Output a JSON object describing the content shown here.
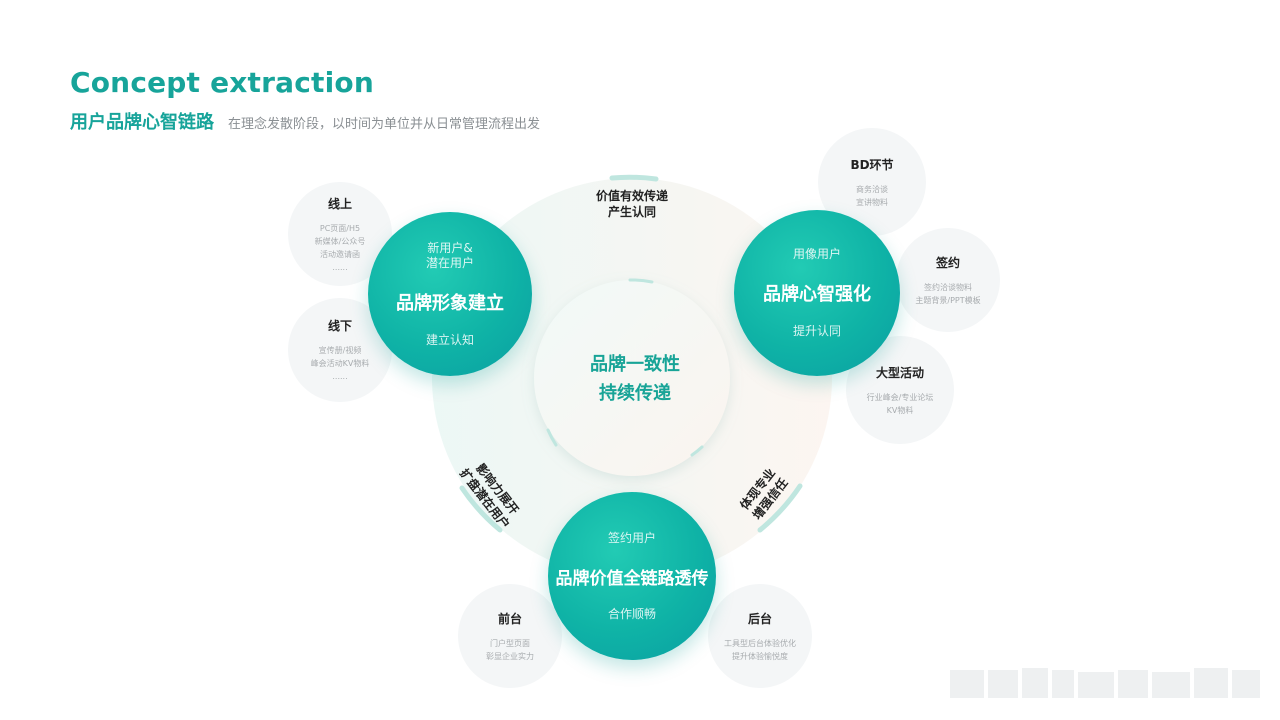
{
  "header": {
    "title": "Concept extraction",
    "subtitle": "用户品牌心智链路",
    "description": "在理念发散阶段，以时间为单位并从日常管理流程出发"
  },
  "center": {
    "line1": "品牌一致性",
    "line2": "持续传递"
  },
  "arc_labels": {
    "top": {
      "line1": "价值有效传递",
      "line2": "产生认同"
    },
    "left": {
      "line1": "影响力展开",
      "line2": "扩盘潜在用户"
    },
    "right": {
      "line1": "体现专业",
      "line2": "增强信任"
    }
  },
  "main_nodes": {
    "left": {
      "top": "新用户&",
      "top2": "潜在用户",
      "name": "品牌形象建立",
      "bottom": "建立认知"
    },
    "right": {
      "top": "用像用户",
      "name": "品牌心智强化",
      "bottom": "提升认同"
    },
    "bottom": {
      "top": "签约用户",
      "name": "品牌价值全链路透传",
      "bottom": "合作顺畅"
    }
  },
  "satellites": {
    "online": {
      "title": "线上",
      "l1": "PC页面/H5",
      "l2": "新媒体/公众号",
      "l3": "活动邀请函",
      "l4": "......"
    },
    "offline": {
      "title": "线下",
      "l1": "宣传册/视频",
      "l2": "峰会活动KV物料",
      "l3": "......"
    },
    "bd": {
      "title": "BD环节",
      "l1": "商务洽谈",
      "l2": "宣讲物料"
    },
    "sign": {
      "title": "签约",
      "l1": "签约洽谈物料",
      "l2": "主题背景/PPT模板"
    },
    "event": {
      "title": "大型活动",
      "l1": "行业峰会/专业论坛",
      "l2": "KV物料"
    },
    "front": {
      "title": "前台",
      "l1": "门户型页面",
      "l2": "彰显企业实力"
    },
    "back": {
      "title": "后台",
      "l1": "工具型后台体验优化",
      "l2": "提升体验愉悦度"
    }
  },
  "colors": {
    "accent": "#17a49a",
    "node_gradient_start": "#1bc6b0",
    "node_gradient_end": "#0aa6a8"
  }
}
